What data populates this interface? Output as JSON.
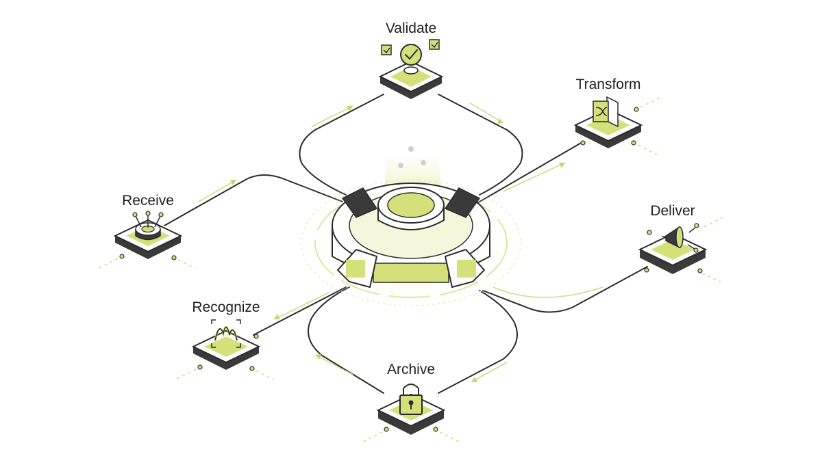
{
  "diagram": {
    "title": "",
    "nodes": {
      "validate": {
        "label": "Validate",
        "icon": "check-badge-icon"
      },
      "transform": {
        "label": "Transform",
        "icon": "shuffle-doc-icon"
      },
      "receive": {
        "label": "Receive",
        "icon": "inbox-ring-icon"
      },
      "deliver": {
        "label": "Deliver",
        "icon": "megaphone-icon"
      },
      "recognize": {
        "label": "Recognize",
        "icon": "scan-signal-icon"
      },
      "archive": {
        "label": "Archive",
        "icon": "padlock-icon"
      }
    },
    "hub": {
      "icon": "central-hub-icon"
    }
  },
  "colors": {
    "accent": "#d6e07a",
    "accent_light": "#eef3c4",
    "ink": "#2b2b2b",
    "panel": "#ffffff",
    "side": "#3a3a3a"
  }
}
